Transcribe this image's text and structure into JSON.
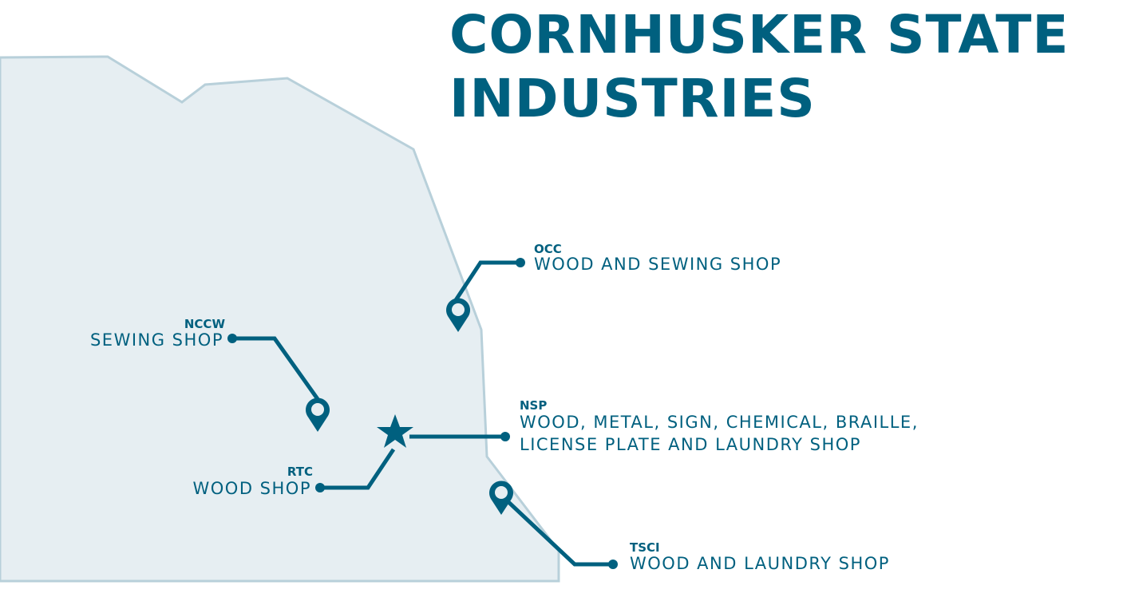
{
  "title": {
    "line1": "CORNHUSKER STATE",
    "line2": "INDUSTRIES"
  },
  "colors": {
    "accent": "#00607f",
    "map_fill": "#e6eef2",
    "map_border": "#b8d0da"
  },
  "facilities": [
    {
      "code": "OCC",
      "shops": "WOOD AND SEWING SHOP",
      "marker": "pin-icon"
    },
    {
      "code": "NCCW",
      "shops": "SEWING SHOP",
      "marker": "pin-icon"
    },
    {
      "code": "NSP",
      "shops_line1": "WOOD, METAL, SIGN, CHEMICAL, BRAILLE,",
      "shops_line2": "LICENSE PLATE AND LAUNDRY SHOP",
      "marker": "star-icon"
    },
    {
      "code": "RTC",
      "shops": "WOOD SHOP",
      "marker": "star-icon"
    },
    {
      "code": "TSCI",
      "shops": "WOOD AND LAUNDRY SHOP",
      "marker": "pin-icon"
    }
  ]
}
